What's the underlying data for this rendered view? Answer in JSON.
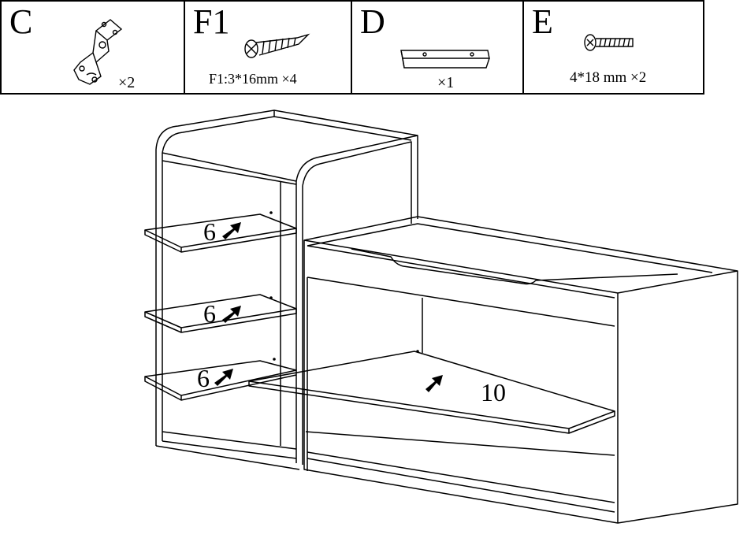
{
  "parts": [
    {
      "letter": "C",
      "qty": "×2",
      "icon": "hinge-icon"
    },
    {
      "letter": "F1",
      "qty": "F1:3*16mm ×4",
      "icon": "wood-screw-icon"
    },
    {
      "letter": "D",
      "qty": "×1",
      "icon": "bracket-rail-icon"
    },
    {
      "letter": "E",
      "qty": "4*18 mm ×2",
      "icon": "machine-screw-icon"
    }
  ],
  "callouts": {
    "shelf_top": "6",
    "shelf_middle": "6",
    "shelf_bottom": "6",
    "bench_shelf": "10"
  }
}
